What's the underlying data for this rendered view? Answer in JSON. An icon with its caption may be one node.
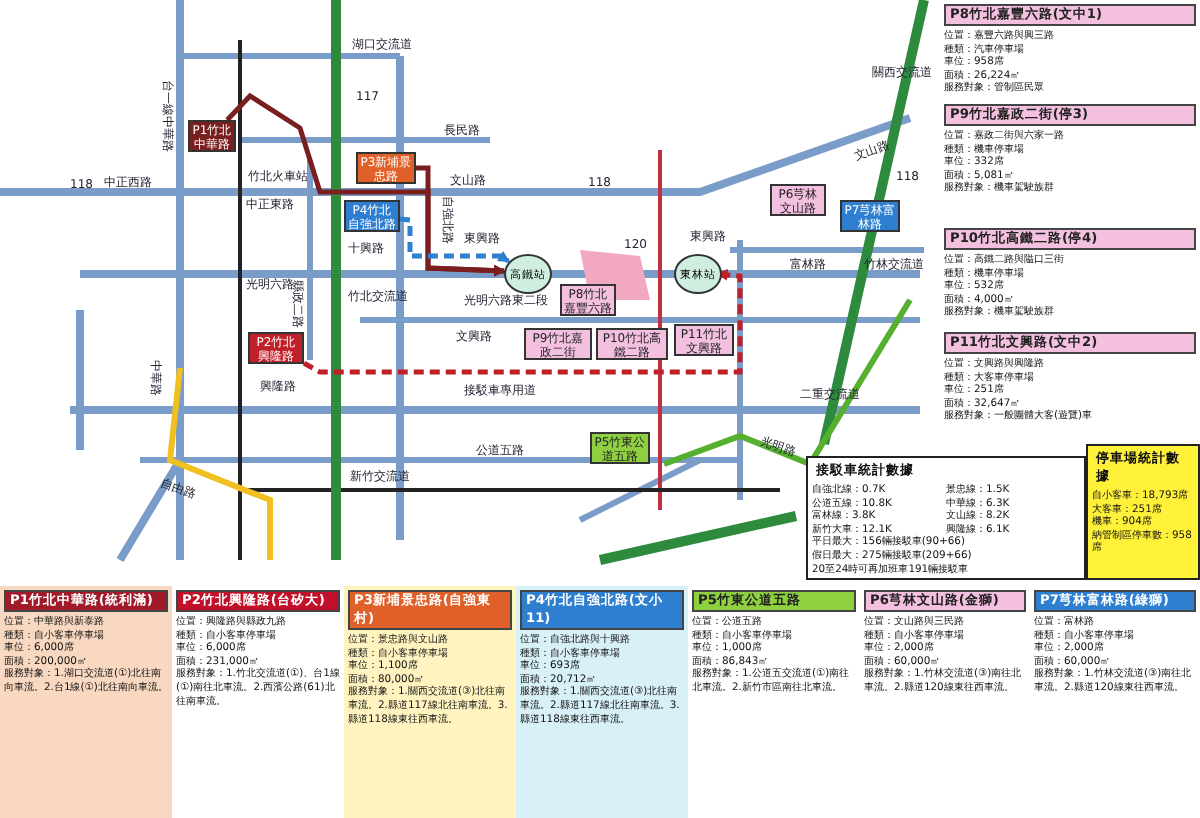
{
  "diagram": {
    "nodes": [
      {
        "text": [
          "P1竹北中華路"
        ]
      },
      {
        "text": [
          "P2竹北興隆路"
        ]
      },
      {
        "text": [
          "P3新埔景忠路"
        ]
      },
      {
        "text": [
          "P4竹北自強北路"
        ]
      },
      {
        "text": [
          "P5竹東公道五路"
        ]
      },
      {
        "text": [
          "P6芎林文山路"
        ]
      },
      {
        "text": [
          "P7芎林富林路"
        ]
      },
      {
        "text": [
          "P8竹北嘉豐六路"
        ]
      },
      {
        "text": [
          "P9竹北嘉政二街"
        ]
      },
      {
        "text": [
          "P10竹北高鐵二路"
        ]
      },
      {
        "text": [
          "P11竹北文興路"
        ]
      },
      {
        "text": [
          "高鐵站"
        ]
      },
      {
        "text": [
          "東林站"
        ]
      },
      {
        "text": [
          "P1竹北中華路(統利滿)",
          "位置：中華路與新泰路",
          "種類：自小客車停車場",
          "車位：6,000席",
          "面積：200,000㎡",
          "服務對象：1.湖口交流道(①)北往南向車流。2.台1線(①)北往南向車流。"
        ]
      },
      {
        "text": [
          "P2竹北興隆路(台矽大)",
          "位置：興隆路與縣政九路",
          "種類：自小客車停車場",
          "車位：6,000席",
          "面積：231,000㎡",
          "服務對象：1.竹北交流道(①)、台1線(①)南往北車流。2.西濱公路(61)北往南車流。"
        ]
      },
      {
        "text": [
          "P3新埔景忠路(自強東村)",
          "位置：景忠路與文山路",
          "種類：自小客車停車場",
          "車位：1,100席",
          "面積：80,000㎡",
          "服務對象：1.關西交流道(③)北往南車流。2.縣道117線北往南車流。3.縣道118線東往西車流。"
        ]
      },
      {
        "text": [
          "P4竹北自強北路(文小11)",
          "位置：自強北路與十興路",
          "種類：自小客車停車場",
          "車位：693席",
          "面積：20,712㎡",
          "服務對象：1.關西交流道(③)北往南車流。2.縣道117線北往南車流。3.縣道118線東往西車流。"
        ]
      },
      {
        "text": [
          "P5竹東公道五路",
          "位置：公道五路",
          "種類：自小客車停車場",
          "車位：1,000席",
          "面積：86,843㎡",
          "服務對象：1.公道五交流道(①)南往北車流。2.新竹市區南往北車流。"
        ]
      },
      {
        "text": [
          "P6芎林文山路(金獅)",
          "位置：文山路與三民路",
          "種類：自小客車停車場",
          "車位：2,000席",
          "面積：60,000㎡",
          "服務對象：1.竹林交流道(③)南往北車流。2.縣道120線東往西車流。"
        ]
      },
      {
        "text": [
          "P7芎林富林路(綠獅)",
          "位置：富林路",
          "種類：自小客車停車場",
          "車位：2,000席",
          "面積：60,000㎡",
          "服務對象：1.竹林交流道(③)南往北車流。2.縣道120線東往西車流。"
        ]
      },
      {
        "text": [
          "P8竹北嘉豐六路(文中1)",
          "位置：嘉豐六路與興三路",
          "種類：汽車停車場",
          "車位：958席",
          "面積：26,224㎡",
          "服務對象：管制區民眾"
        ]
      },
      {
        "text": [
          "P9竹北嘉政二街(停3)",
          "位置：嘉政二街與六家一路",
          "種類：機車停車場",
          "車位：332席",
          "面積：5,081㎡",
          "服務對象：機車駕駛族群"
        ]
      },
      {
        "text": [
          "P10竹北高鐵二路(停4)",
          "位置：高鐵二路與隘口三街",
          "種類：機車停車場",
          "車位：532席",
          "面積：4,000㎡",
          "服務對象：機車駕駛族群"
        ]
      },
      {
        "text": [
          "P11竹北文興路(文中2)",
          "位置：文興路與興隆路",
          "種類：大客車停車場",
          "車位：251席",
          "面積：32,647㎡",
          "服務對象：一般團體大客(遊覽)車"
        ]
      },
      {
        "text": [
          "接駁車統計數據",
          "自強北線：0.7K",
          "景忠線：1.5K",
          "公道五線：10.8K",
          "中華線：6.3K",
          "富林線：3.8K",
          "文山線：8.2K",
          "新竹大車：12.1K",
          "興隆線：6.1K",
          "平日最大：156輛接駁車(90+66)",
          "假日最大：275輛接駁車(209+66)",
          "20至24時可再加班車191輛接駁車"
        ]
      },
      {
        "text": [
          "停車場統計數據",
          "自小客車：18,793席",
          "大客車：251席",
          "機車：904席",
          "納管制區停車數：958席"
        ]
      }
    ],
    "edges": [
      {
        "from": 0,
        "to": 11,
        "arrow": "to",
        "color": "#7a1f1f"
      },
      {
        "from": 2,
        "to": 11,
        "arrow": "to",
        "color": "#7a1f1f"
      },
      {
        "from": 3,
        "to": 11,
        "arrow": "to",
        "style": "dashed",
        "color": "#2f7fd0"
      },
      {
        "from": 1,
        "to": 12,
        "arrow": "to",
        "style": "dashed",
        "color": "#c0202a"
      }
    ],
    "labels": [
      "台一線中華路",
      "湖口交流道",
      "117",
      "長民路",
      "118",
      "中正西路",
      "竹北火車站",
      "中正東路",
      "文山路",
      "118",
      "自強北路",
      "十興路",
      "東興路",
      "118",
      "東興路",
      "文山路",
      "120",
      "富林路",
      "光明六路",
      "竹北交流道",
      "光明六路東二段",
      "縣政二路",
      "文興路",
      "中華路",
      "興隆路",
      "接駁車專用道",
      "二重交流道",
      "公道五路",
      "新竹交流道",
      "光明路",
      "自由路",
      "關西交流道",
      "竹林交流道"
    ]
  }
}
